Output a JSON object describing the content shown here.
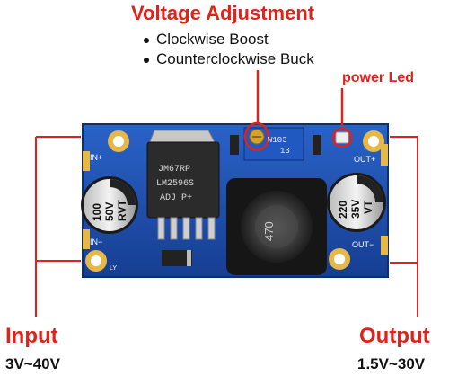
{
  "title": "Voltage Adjustment",
  "bullets": [
    "Clockwise Boost",
    "Counterclockwise Buck"
  ],
  "power_led_label": "power Led",
  "input": {
    "label": "Input",
    "range": "3V~40V"
  },
  "output": {
    "label": "Output",
    "range": "1.5V~30V"
  },
  "board_text": {
    "in_plus": "IN+",
    "in_minus": "IN−",
    "out_plus": "OUT+",
    "out_minus": "OUT−",
    "chip_line1": "JM67RP",
    "chip_line2": "LM2596S",
    "chip_line3": "ADJ P+",
    "cap_left_1": "100",
    "cap_left_2": "50V",
    "cap_left_3": "RVT",
    "cap_right_1": "220",
    "cap_right_2": "35V",
    "cap_right_3": "VT",
    "inductor": "470",
    "pot_line1": "W103",
    "pot_line2": "13",
    "ly": "LY"
  },
  "colors": {
    "accent": "#e0231a",
    "pcb": "#1d4fb0",
    "gold": "#e6b84a"
  }
}
